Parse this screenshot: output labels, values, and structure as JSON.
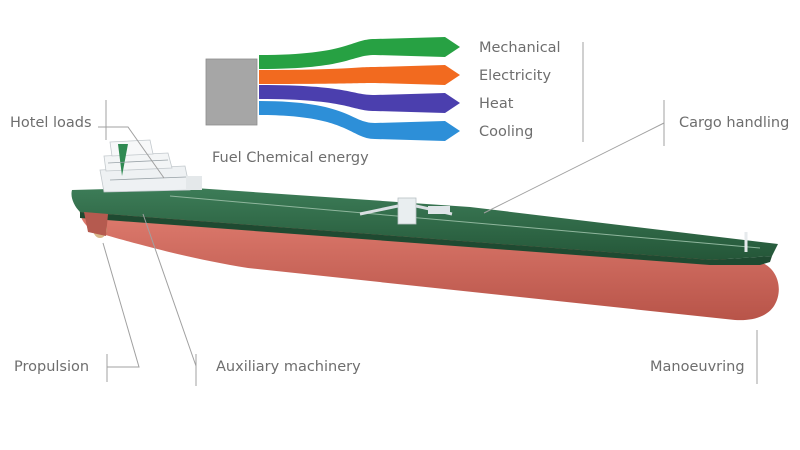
{
  "diagram": {
    "source": {
      "label": "Fuel Chemical energy",
      "color": "#a6a6a6"
    },
    "flows": [
      {
        "label": "Mechanical",
        "color": "#27a143"
      },
      {
        "label": "Electricity",
        "color": "#f26a1f"
      },
      {
        "label": "Heat",
        "color": "#4b3fae"
      },
      {
        "label": "Cooling",
        "color": "#2d8fd8"
      }
    ],
    "consumers": {
      "hotel_loads": "Hotel loads",
      "cargo_handling": "Cargo handling",
      "propulsion": "Propulsion",
      "auxiliary_machinery": "Auxiliary machinery",
      "manoeuvring": "Manoeuvring"
    },
    "colors": {
      "hull": "#cf6a5e",
      "deck": "#2f6b49",
      "leader_lines": "#9a9a9a",
      "text": "#6e6e6e"
    }
  }
}
